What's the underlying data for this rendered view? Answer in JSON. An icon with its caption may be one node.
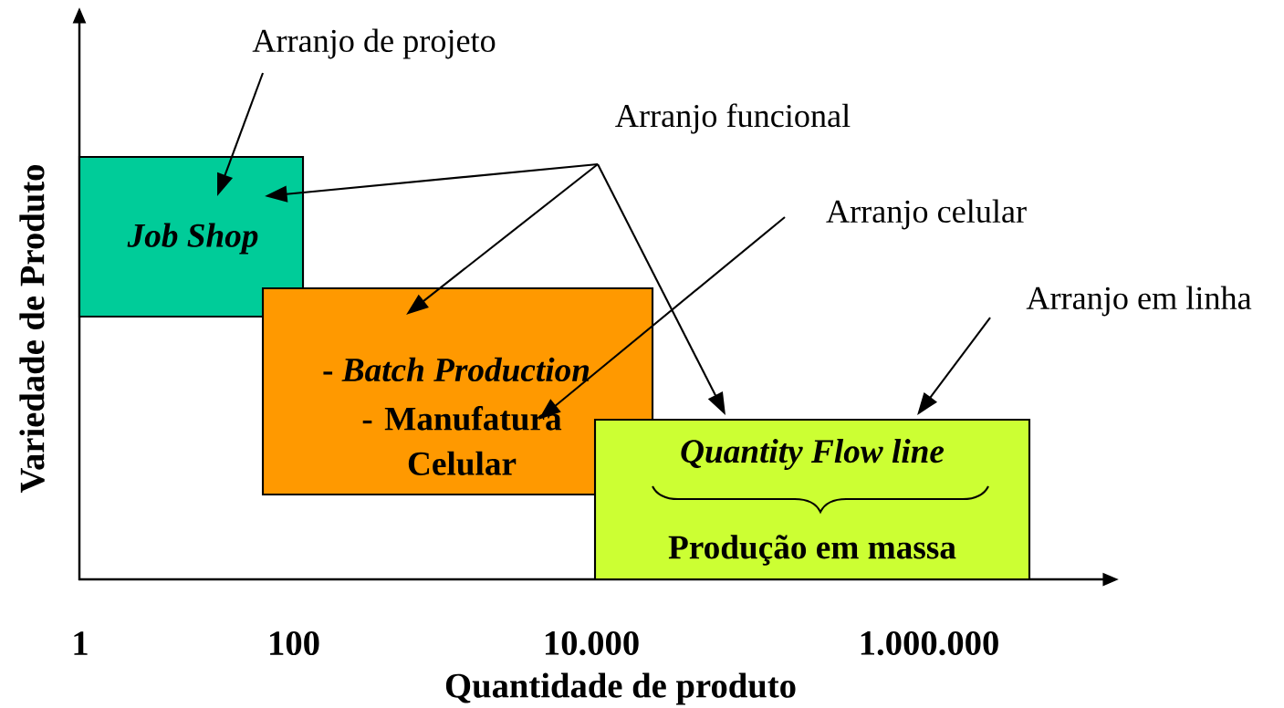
{
  "diagram": {
    "nodes": [
      {
        "text": [
          "Arranjo de projeto"
        ]
      },
      {
        "text": [
          "Arranjo funcional"
        ]
      },
      {
        "text": [
          "Arranjo celular"
        ]
      },
      {
        "text": [
          "Arranjo em linha"
        ]
      },
      {
        "text": [
          "Job Shop"
        ]
      },
      {
        "text": [
          "- *Batch Production*",
          "- Manufatura Celular"
        ]
      },
      {
        "text": [
          "Quantity Flow line",
          "Produção em massa"
        ]
      }
    ],
    "edges": [
      {
        "from": 0,
        "to": 4,
        "arrow": "to"
      },
      {
        "from": 1,
        "to": 4,
        "arrow": "to"
      },
      {
        "from": 1,
        "to": 5,
        "arrow": "to"
      },
      {
        "from": 1,
        "to": 6,
        "arrow": "to"
      },
      {
        "from": 2,
        "to": 5,
        "arrow": "to"
      },
      {
        "from": 3,
        "to": 6,
        "arrow": "to"
      }
    ],
    "labels": [
      "Variedade de Produto",
      "1",
      "100",
      "10.000",
      "1.000.000",
      "Quantidade de produto"
    ]
  }
}
